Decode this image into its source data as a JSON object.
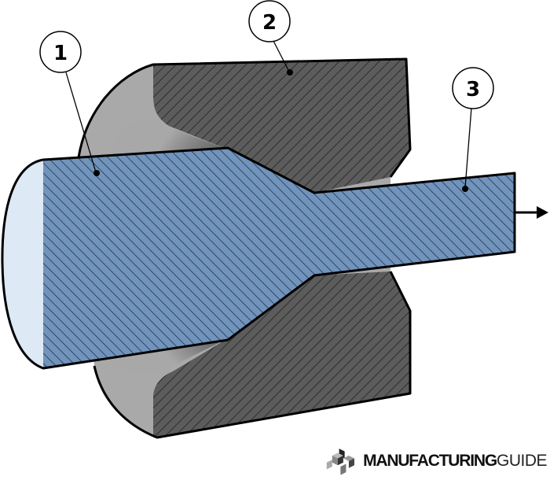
{
  "callouts": [
    {
      "label": "1",
      "target": "billet"
    },
    {
      "label": "2",
      "target": "die"
    },
    {
      "label": "3",
      "target": "extruded-rod"
    }
  ],
  "logo": {
    "bold_text": "MANUFACTURING",
    "light_text": "GUIDE"
  },
  "colors": {
    "billet": "#6f91ba",
    "billet_face": "#dde9f5",
    "die_hatch": "#5a5a5a",
    "die_face": "#a9a9a9",
    "outline": "#000000"
  },
  "icons": {
    "direction": "arrow-right-icon",
    "logo": "cubes-logo-icon"
  }
}
